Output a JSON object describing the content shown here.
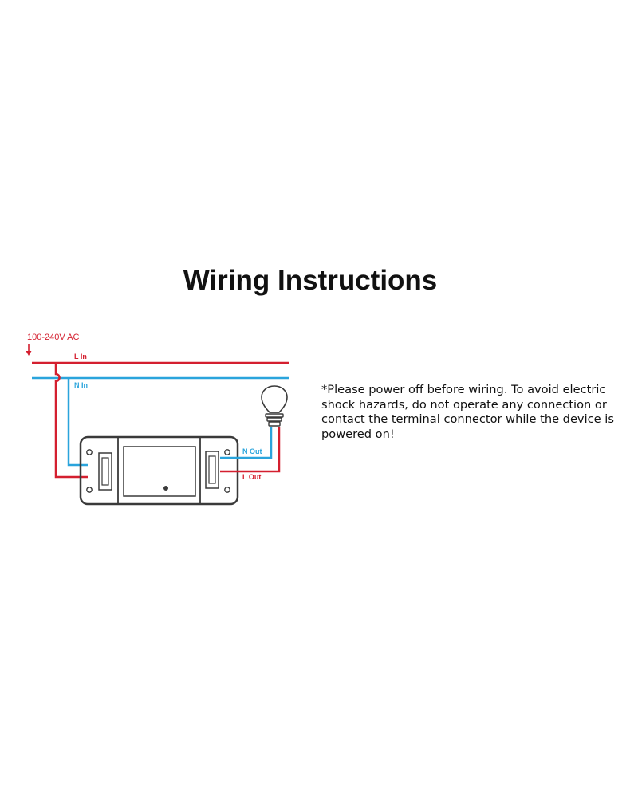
{
  "title": "Wiring Instructions",
  "diagram": {
    "supply_label": "100-240V AC",
    "l_in_label": "L In",
    "n_in_label": "N In",
    "n_out_label": "N Out",
    "l_out_label": "L Out"
  },
  "colors": {
    "live_wire": "#d41f2f",
    "neutral_wire": "#2aa4dc",
    "device_body": "#3a3a3a",
    "text": "#111111"
  },
  "warning": "*Please power off before wiring. To avoid electric shock hazards, do not operate any connection or contact the terminal connector while the device is powered on!"
}
